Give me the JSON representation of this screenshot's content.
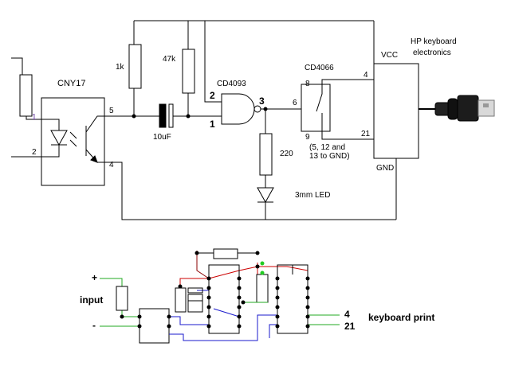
{
  "schematic": {
    "optocoupler": {
      "label": "CNY17",
      "pin1": "1",
      "pin2": "2",
      "pin4": "4",
      "pin5": "5"
    },
    "resistor_1k": "1k",
    "resistor_47k": "47k",
    "capacitor": "10uF",
    "gate_chip": "CD4093",
    "gate_pin2": "2",
    "gate_pin1": "1",
    "gate_pin3": "3",
    "switch_chip": "CD4066",
    "switch_pin6": "6",
    "switch_pin8": "8",
    "switch_pin9": "9",
    "switch_note_line1": "(5, 12 and",
    "switch_note_line2": "13 to GND)",
    "resistor_220": "220",
    "led_label": "3mm LED",
    "keyboard_title_line1": "HP keyboard",
    "keyboard_title_line2": "electronics",
    "vcc": "VCC",
    "gnd": "GND",
    "kb_pin4": "4",
    "kb_pin21": "21"
  },
  "board": {
    "plus": "+",
    "minus": "-",
    "input_label": "input",
    "out_pin4": "4",
    "out_pin21": "21",
    "print_label": "keyboard print"
  },
  "colors": {
    "wire": "#000000",
    "red_wire": "#cc0000",
    "blue_wire": "#1a1acc",
    "green_wire": "#22aa22",
    "dark_red": "#8b0000",
    "pin1_color": "#6a3ea1"
  }
}
